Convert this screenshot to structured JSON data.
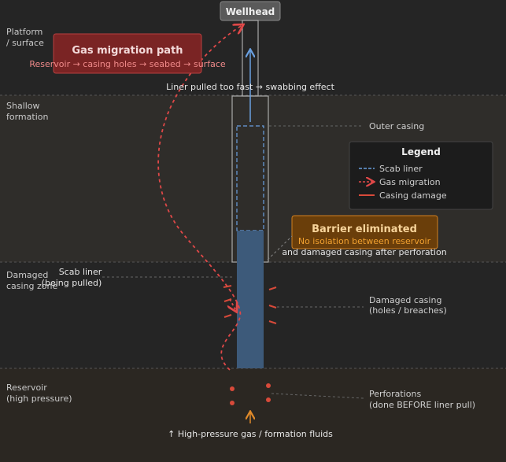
{
  "zones": {
    "platform": [
      "Platform",
      "/ surface"
    ],
    "shallow": [
      "Shallow",
      "formation"
    ],
    "damaged": [
      "Damaged",
      "casing zone"
    ],
    "reservoir": [
      "Reservoir",
      "(high pressure)"
    ]
  },
  "wellhead": "Wellhead",
  "gas_path_box": {
    "title": "Gas migration path",
    "subtitle": "Reservoir → casing holes → seabed → surface"
  },
  "liner_pulled_note": "Liner pulled too fast → swabbing effect",
  "outer_casing_label": "Outer casing",
  "legend": {
    "title": "Legend",
    "items": [
      "Scab liner",
      "Gas migration",
      "Casing damage"
    ]
  },
  "barrier_box": {
    "title": "Barrier eliminated",
    "subtitle": "No isolation between reservoir",
    "continuation": "and damaged casing after perforation"
  },
  "scab_liner_label": [
    "Scab liner",
    "(being pulled)"
  ],
  "damaged_casing_label": [
    "Damaged casing",
    "(holes / breaches)"
  ],
  "perforations_label": [
    "Perforations",
    "(done BEFORE liner pull)"
  ],
  "fluids_note": "↑ High-pressure gas / formation fluids",
  "colors": {
    "background": "#262626",
    "gas": "#e04848",
    "liner": "#6aa0e0",
    "barrier": "#f0a030",
    "damage": "#d84a3a"
  }
}
